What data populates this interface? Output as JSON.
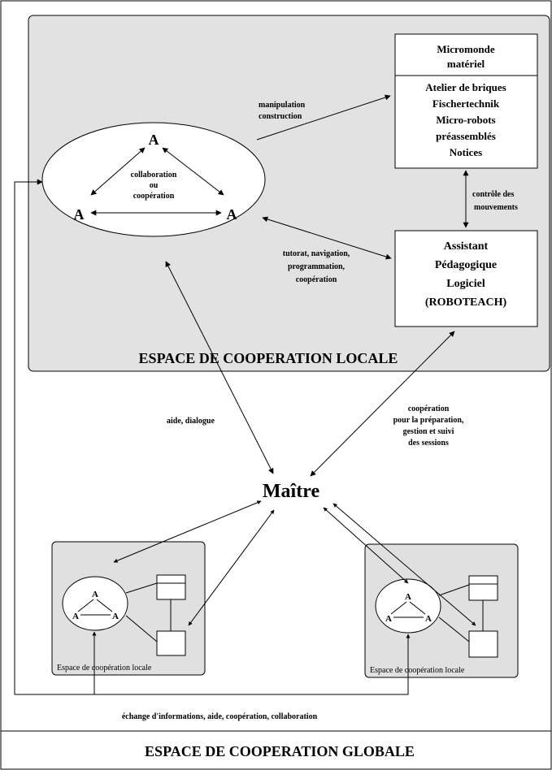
{
  "micromonde": {
    "title_lines": [
      "Micromonde",
      "matériel"
    ],
    "content_lines": [
      "Atelier de briques",
      "Fischertechnik",
      "Micro-robots",
      "préassemblés",
      "Notices"
    ]
  },
  "assistant": {
    "lines": [
      "Assistant",
      "Pédagogique",
      "Logiciel",
      "(ROBOTEACH)"
    ]
  },
  "learners": {
    "node_label": "A",
    "center_lines": [
      "collaboration",
      "ou",
      "coopération"
    ]
  },
  "edges": {
    "manipulation": [
      "manipulation",
      "construction"
    ],
    "controle": [
      "contrôle des",
      "mouvements"
    ],
    "tutorat": [
      "tutorat, navigation,",
      "programmation,",
      "coopération"
    ],
    "aide": "aide, dialogue",
    "cooperation_maitre": [
      "coopération",
      "pour la préparation,",
      "gestion et suivi",
      "des sessions"
    ],
    "echange": "échange d'informations, aide, coopération, collaboration"
  },
  "local_space_title": "ESPACE DE COOPERATION LOCALE",
  "maitre": "Maître",
  "mini_spaces": {
    "label": "Espace de coopération locale",
    "node_label": "A"
  },
  "global_space_title": "ESPACE DE COOPERATION GLOBALE"
}
